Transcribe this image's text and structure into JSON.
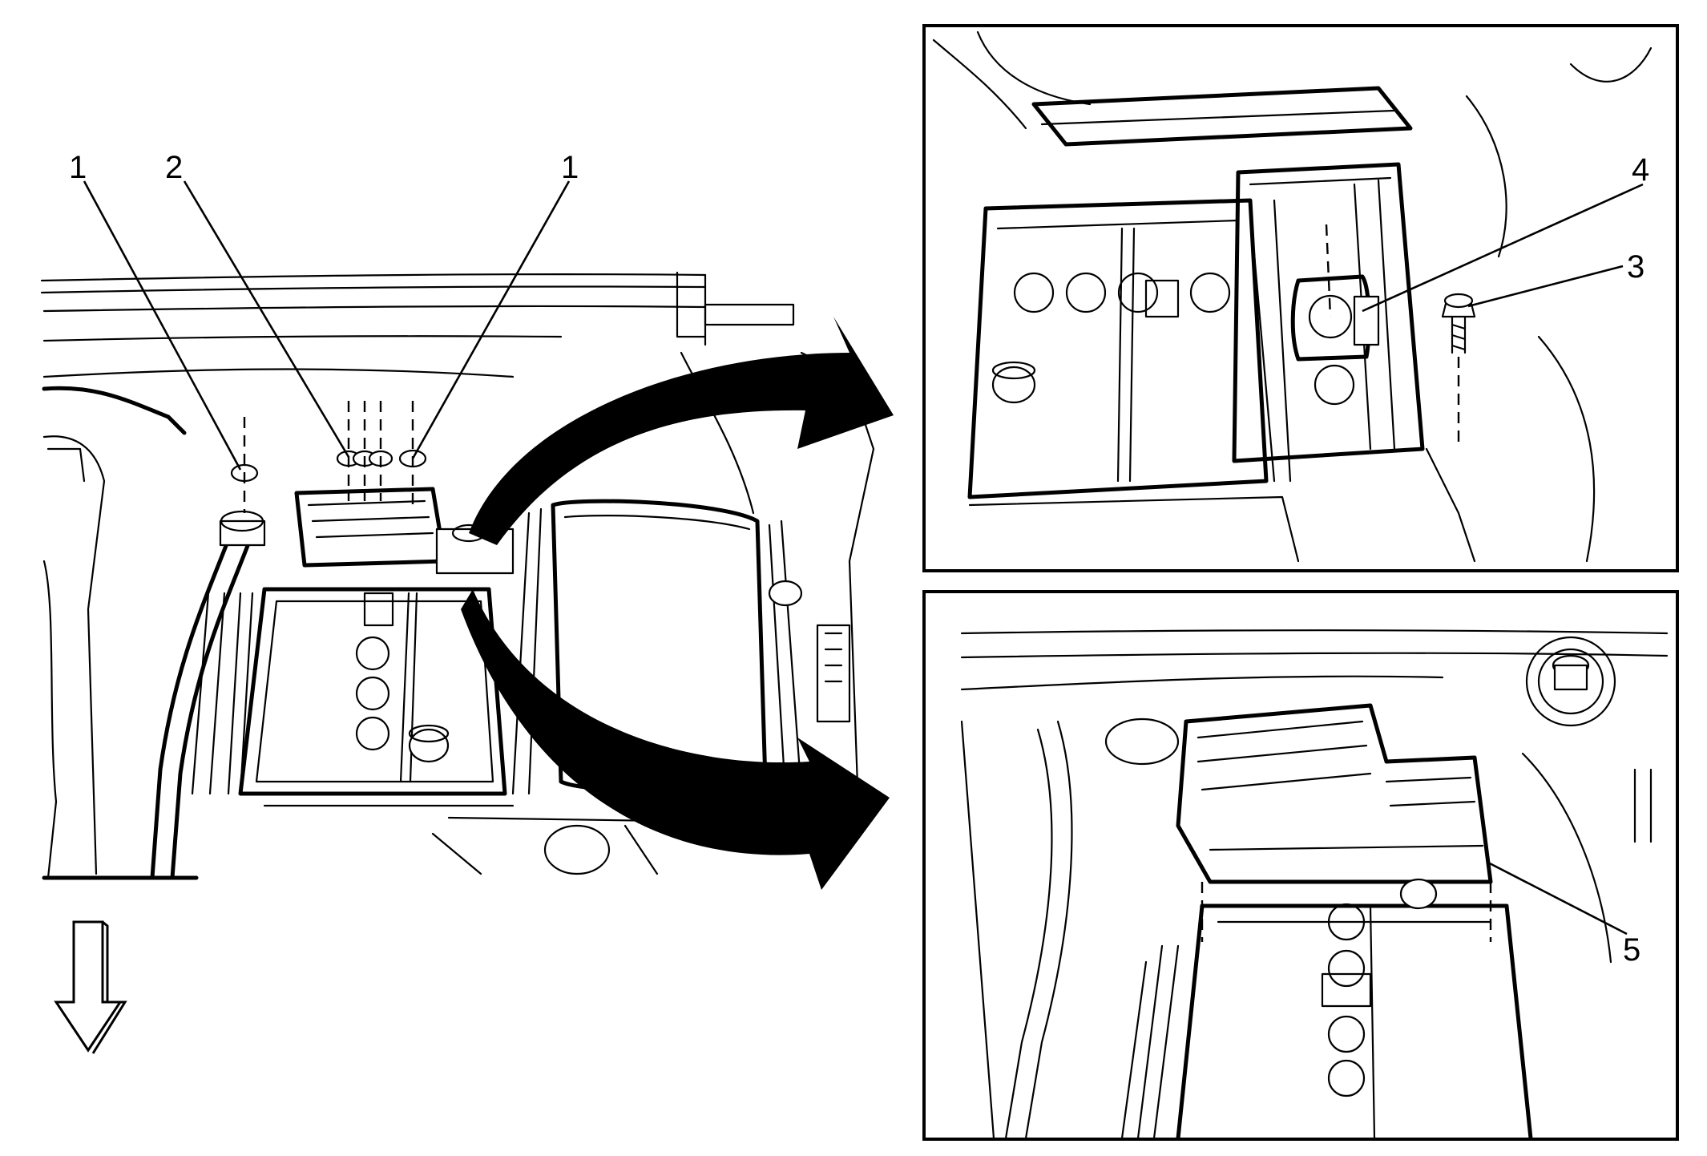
{
  "callouts": {
    "c1_left": "1",
    "c2": "2",
    "c1_right": "1",
    "c3": "3",
    "c4": "4",
    "c5": "5"
  },
  "icons": {
    "direction_arrow": "down-outline-arrow-icon",
    "transition_arrows": "curved-arrow-icon"
  },
  "colors": {
    "ink": "#000000",
    "paper": "#ffffff"
  }
}
